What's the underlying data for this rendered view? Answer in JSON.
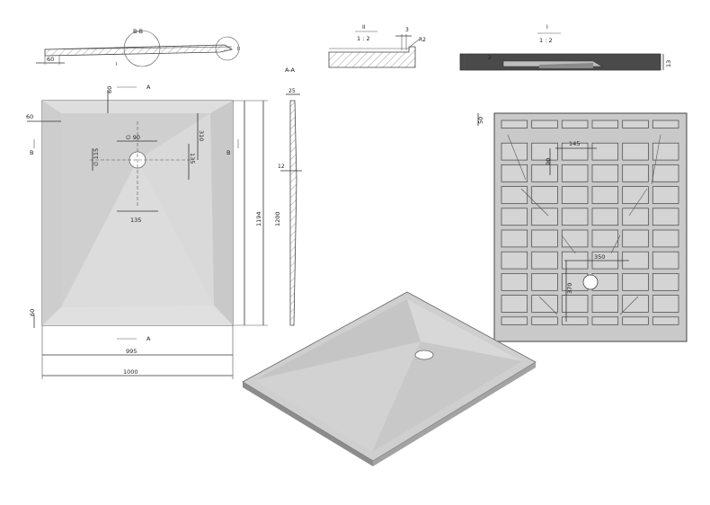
{
  "labels": {
    "section_bb": "B-B",
    "section_aa": "A-A",
    "detail_ii": "II",
    "detail_i": "I",
    "scale": "1 : 2",
    "cut_a": "A",
    "cut_b": "B",
    "detail_marker_i": "I",
    "detail_marker_ii": "II"
  },
  "dimensions": {
    "top_60": "60",
    "left_60": "60",
    "bottom_60": "60",
    "profile_60": "60",
    "d90": "∅ 90",
    "d115": "∅ 115",
    "d310": "310",
    "d135_v": "135",
    "d135_h": "135",
    "d1194": "1194",
    "d1200": "1200",
    "d995": "995",
    "d1000": "1000",
    "d25": "25",
    "d12": "12",
    "d3": "3",
    "r2": "R2",
    "d2": "2",
    "d13": "13",
    "d50": "50",
    "d145": "145",
    "d90_b": "90",
    "d350": "350",
    "d370": "370"
  },
  "colors": {
    "tray": "#d6d6d6",
    "tray_dark": "#c2c2c2",
    "tray_light": "#e4e4e4",
    "underside": "#c9c9c9",
    "rib": "#9a9a9a",
    "section_dark": "#4a4a4a"
  }
}
